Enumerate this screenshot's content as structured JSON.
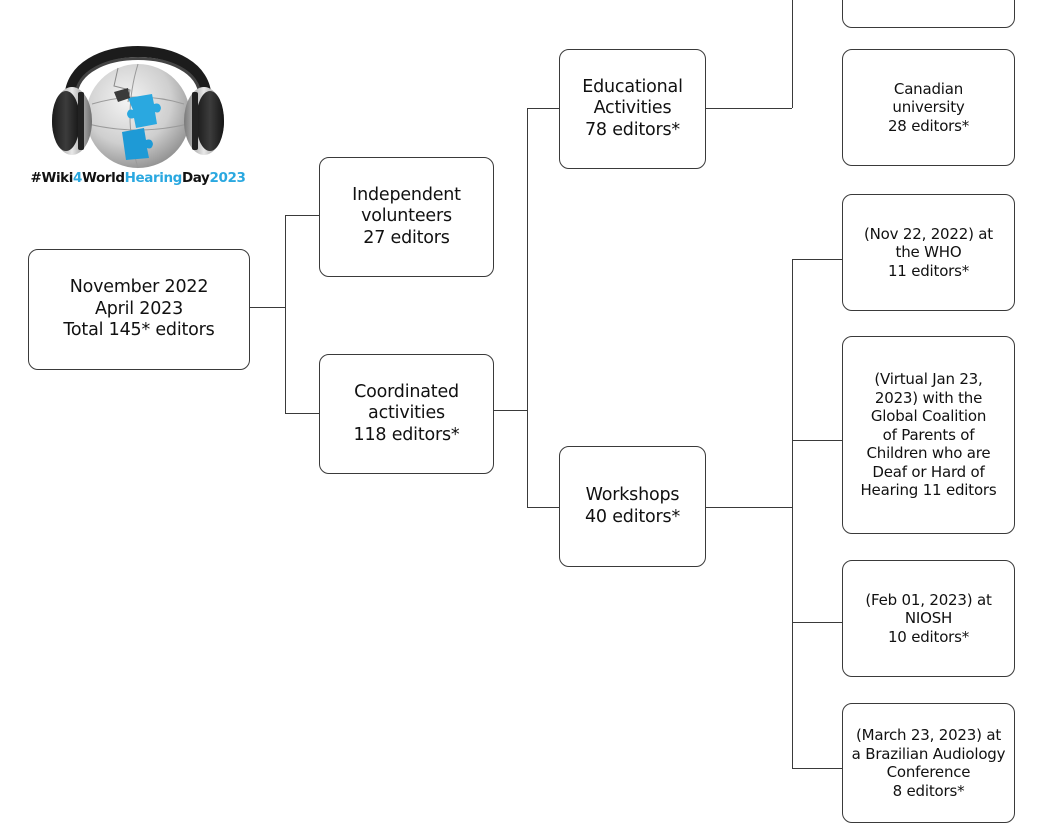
{
  "logo": {
    "icon": "headphones-puzzle-globe",
    "hashtag": {
      "p1": "#Wiki",
      "p2": "4",
      "p3": "World",
      "p4": "Hearing",
      "p5": "Day",
      "p6": "2023"
    },
    "colors": {
      "blue": "#2aa8e0",
      "dark": "#111111"
    }
  },
  "nodes": {
    "root": "November 2022\nApril 2023\nTotal 145* editors",
    "independent": "Independent\nvolunteers\n27 editors",
    "coordinated": "Coordinated\nactivities\n118 editors*",
    "educational": "Educational\nActivities\n78 editors*",
    "workshops": "Workshops\n40 editors*",
    "canadian": "Canadian\nuniversity\n28 editors*",
    "who": "(Nov 22, 2022) at\nthe WHO\n11 editors*",
    "virtual": "(Virtual Jan 23,\n2023) with the\nGlobal Coalition\nof Parents of\nChildren who are\nDeaf or Hard of\nHearing 11 editors",
    "niosh": "(Feb 01, 2023) at\nNIOSH\n10 editors*",
    "brazil": "(March 23, 2023) at\na Brazilian Audiology\nConference\n8 editors*"
  }
}
